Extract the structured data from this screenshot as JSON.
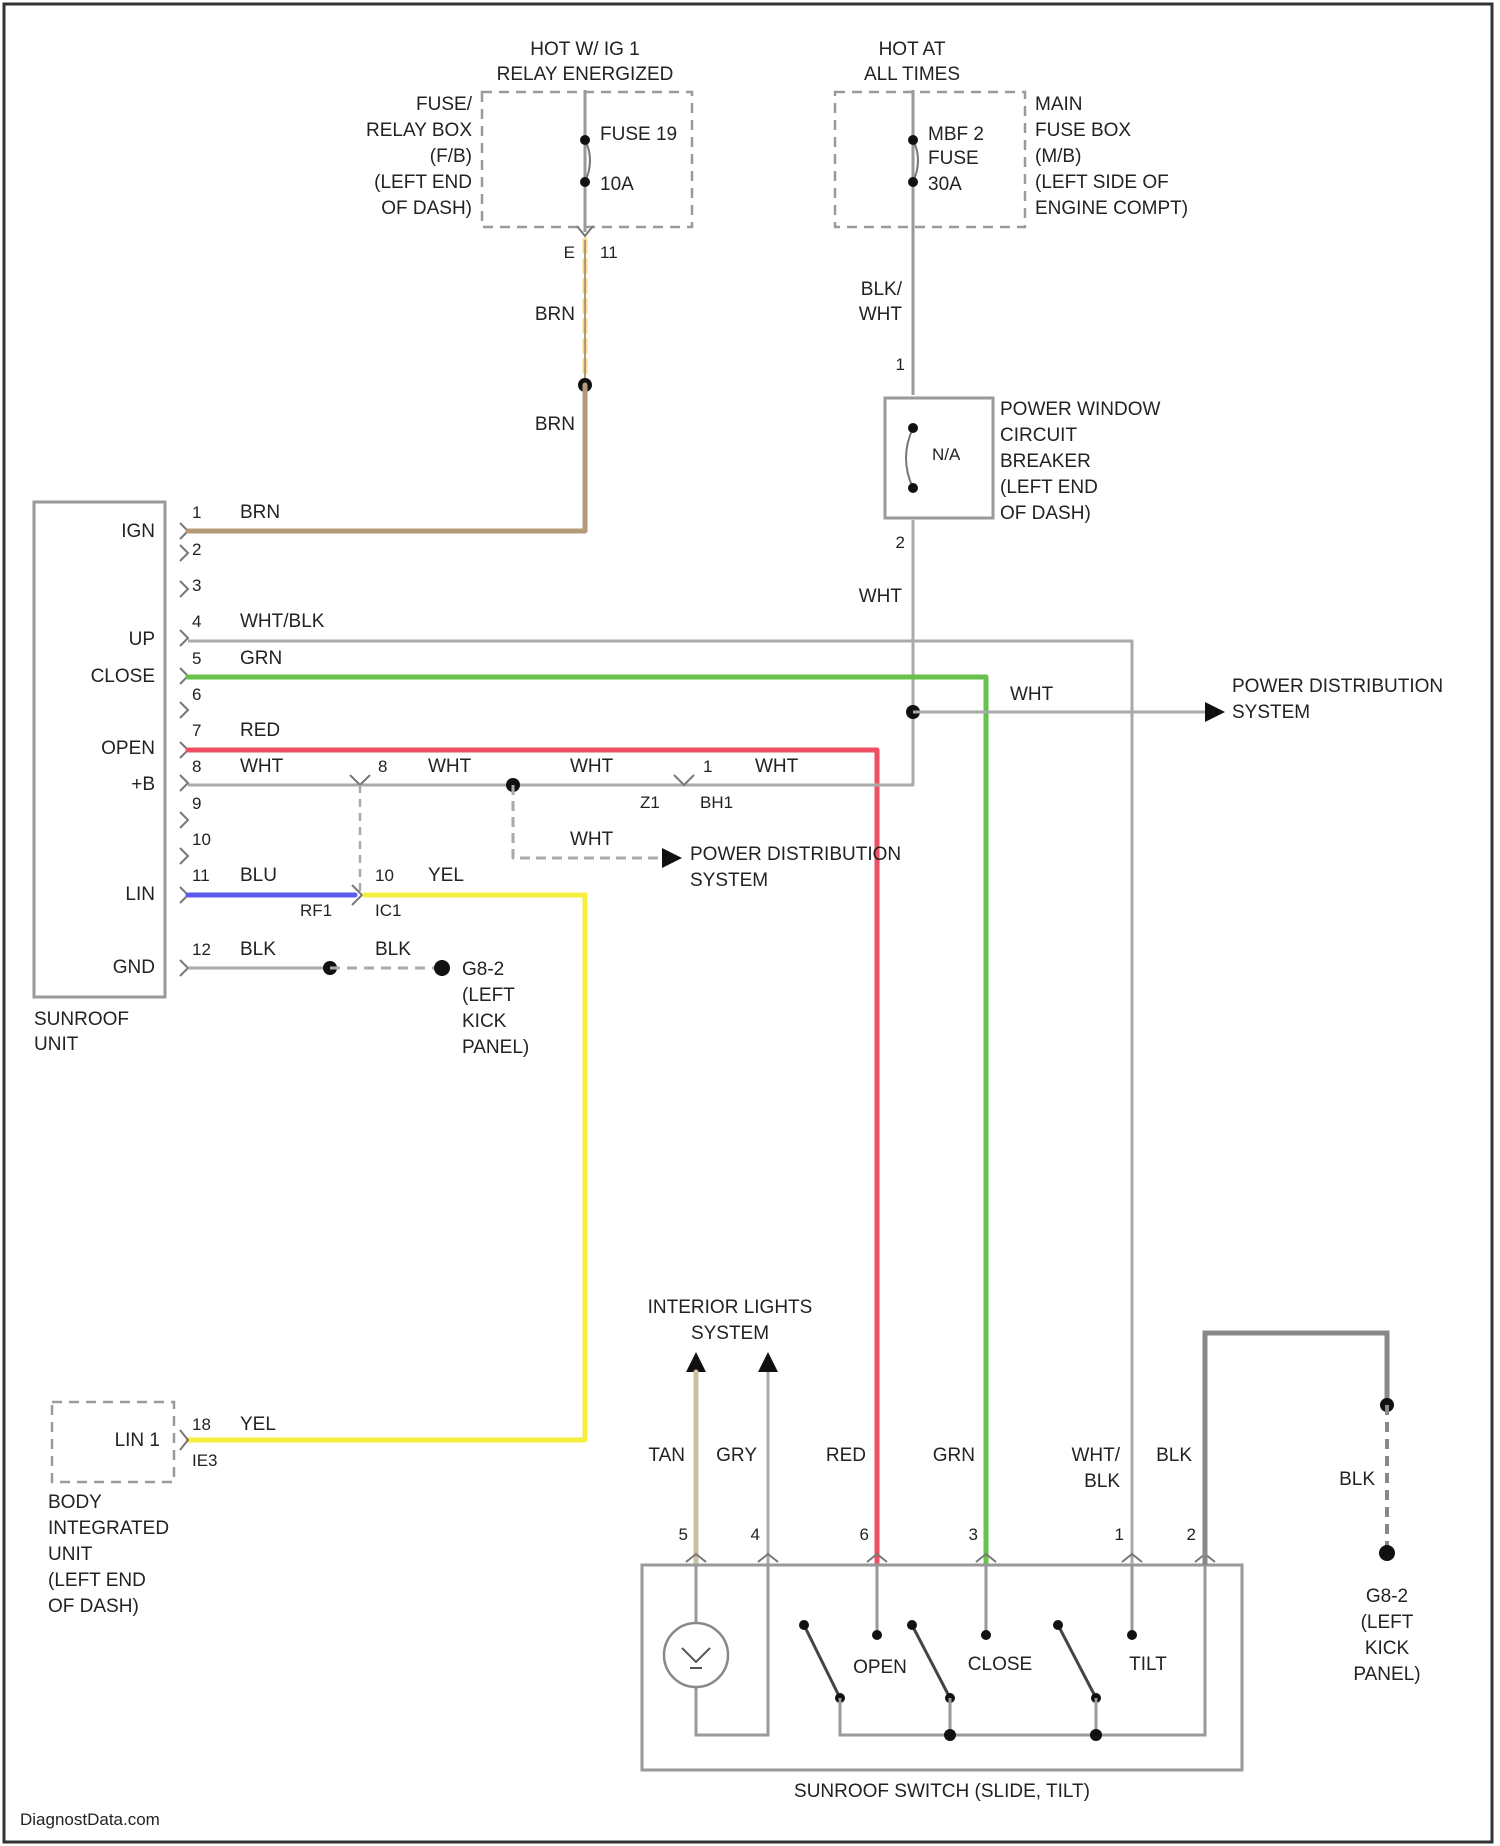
{
  "colors": {
    "brn": "#b49b78",
    "grn": "#66c24a",
    "red": "#ef4f62",
    "blu": "#5b5bee",
    "yel": "#f4ee3c",
    "wht": "#cfcfcf",
    "blk": "#8a8a8a",
    "tan": "#c9c2a2"
  },
  "top": {
    "hot_ig": [
      "HOT W/ IG 1",
      "RELAY ENERGIZED"
    ],
    "hot_all": [
      "HOT AT",
      "ALL TIMES"
    ],
    "fuse_relay_box": [
      "FUSE/",
      "RELAY BOX",
      "(F/B)",
      "(LEFT END",
      "OF DASH)"
    ],
    "fuse_relay_name": "FUSE 19",
    "fuse_relay_amp": "10A",
    "main_fuse_box": [
      "MAIN",
      "FUSE BOX",
      "(M/B)",
      "(LEFT SIDE OF",
      "ENGINE COMPT)"
    ],
    "mbf_name": [
      "MBF 2",
      "FUSE"
    ],
    "mbf_amp": "30A",
    "fb_pins": [
      "E",
      "11"
    ],
    "brn1": "BRN",
    "brn2": "BRN",
    "blk_wht": [
      "BLK/",
      "WHT"
    ],
    "cb_pin_top": "1",
    "cb_pin_bottom": "2",
    "cb_amp": "N/A",
    "circuit_breaker": [
      "POWER WINDOW",
      "CIRCUIT",
      "BREAKER",
      "(LEFT END",
      "OF DASH)"
    ]
  },
  "sunroof_unit": {
    "name": [
      "SUNROOF",
      "UNIT"
    ],
    "inner": {
      "ign": "IGN",
      "up": "UP",
      "close": "CLOSE",
      "open": "OPEN",
      "b": "+B",
      "lin": "LIN",
      "gnd": "GND"
    },
    "pins": [
      "1",
      "2",
      "3",
      "4",
      "5",
      "6",
      "7",
      "8",
      "9",
      "10",
      "11",
      "12"
    ],
    "wires": {
      "p1": "BRN",
      "p4": "WHT/BLK",
      "p5": "GRN",
      "p7": "RED",
      "p8": "WHT",
      "p11": "BLU",
      "p12": "BLK"
    }
  },
  "mid": {
    "wht_right": "WHT",
    "wht_down": "WHT",
    "wht_dist": "WHT",
    "power_dist_1": [
      "POWER DISTRIBUTION",
      "SYSTEM"
    ],
    "power_dist_2": [
      "POWER DISTRIBUTION",
      "SYSTEM"
    ],
    "j8": "8",
    "j8_wire": "WHT",
    "j_wht": "WHT",
    "j1": "1",
    "j1_wire": "WHT",
    "j_z1": "Z1",
    "j_bh": "BH1",
    "rf_label": "RF1",
    "pin10": "10",
    "yel1": "YEL",
    "ic": "IC1",
    "blk_right": "BLK",
    "g_left": [
      "G8-2",
      "(LEFT",
      "KICK",
      "PANEL)"
    ]
  },
  "biu": {
    "inner": "LIN 1",
    "pin": "18",
    "wire": "YEL",
    "conn": "IE3",
    "name": [
      "BODY",
      "INTEGRATED",
      "UNIT",
      "(LEFT END",
      "OF DASH)"
    ]
  },
  "switch": {
    "interior": [
      "INTERIOR LIGHTS",
      "SYSTEM"
    ],
    "wires": {
      "tan": "TAN",
      "gry": "GRY",
      "red": "RED",
      "grn": "GRN",
      "wht_blk": [
        "WHT/",
        "BLK"
      ],
      "blk": "BLK"
    },
    "pins": {
      "p5": "5",
      "p4": "4",
      "p6": "6",
      "p3": "3",
      "p1": "1",
      "p2": "2"
    },
    "labels": {
      "open": "OPEN",
      "close": "CLOSE",
      "tilt": "TILT"
    },
    "name": "SUNROOF SWITCH (SLIDE, TILT)",
    "blk_right": "BLK",
    "g_right": [
      "G8-2",
      "(LEFT",
      "KICK",
      "PANEL)"
    ]
  },
  "watermark": "DiagnostData.com"
}
